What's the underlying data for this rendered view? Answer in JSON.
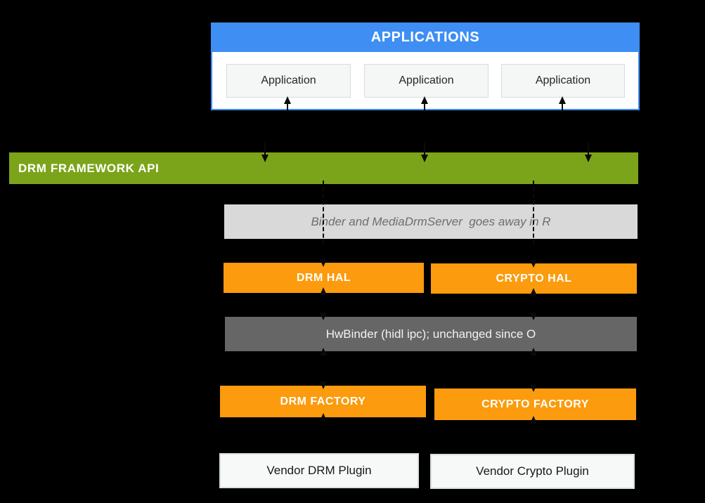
{
  "colors": {
    "background": "#000000",
    "applications_blue": "#3E8EF3",
    "framework_green": "#7CA41A",
    "hal_orange": "#FB9B0D",
    "note_gray": "#D9D9D9",
    "hwbinder_gray": "#666666",
    "app_box_fill": "#F5F6F6",
    "vendor_box_fill": "#F7F8F8"
  },
  "applications_panel": {
    "title": "APPLICATIONS",
    "apps": [
      {
        "label": "Application"
      },
      {
        "label": "Application"
      },
      {
        "label": "Application"
      }
    ]
  },
  "framework_bar": {
    "label": "DRM FRAMEWORK API"
  },
  "binder_note": {
    "label": "Binder and MediaDrmServer  goes away in R"
  },
  "hal_row": {
    "drm_hal": {
      "label": "DRM HAL"
    },
    "crypto_hal": {
      "label": "CRYPTO HAL"
    }
  },
  "hwbinder_bar": {
    "label": "HwBinder (hidl ipc); unchanged since O"
  },
  "factory_row": {
    "drm_factory": {
      "label": "DRM FACTORY"
    },
    "crypto_factory": {
      "label": "CRYPTO FACTORY"
    }
  },
  "vendor_row": {
    "drm_plugin": {
      "label": "Vendor DRM Plugin"
    },
    "crypto_plugin": {
      "label": "Vendor Crypto Plugin"
    }
  }
}
